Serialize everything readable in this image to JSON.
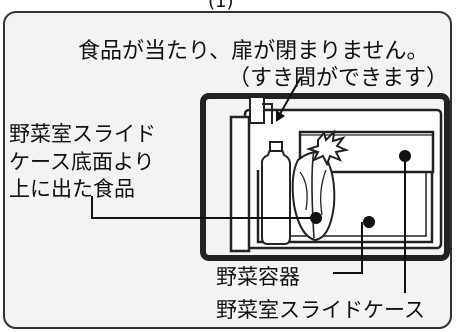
{
  "header": {
    "line1": "食品が当たり、扉が閉まりません。",
    "line2": "（すき間ができます）"
  },
  "labels": {
    "food_line1": "野菜室スライド",
    "food_line2": "ケース底面より",
    "food_line3": "上に出た食品",
    "container": "野菜容器",
    "slide_case": "野菜室スライドケース"
  },
  "top_mark": "(1)",
  "colors": {
    "background": "#ffffff",
    "panel_fill": "#f3f3f3",
    "border": "#333333",
    "dark_frame": "#222222",
    "line": "#111111"
  }
}
